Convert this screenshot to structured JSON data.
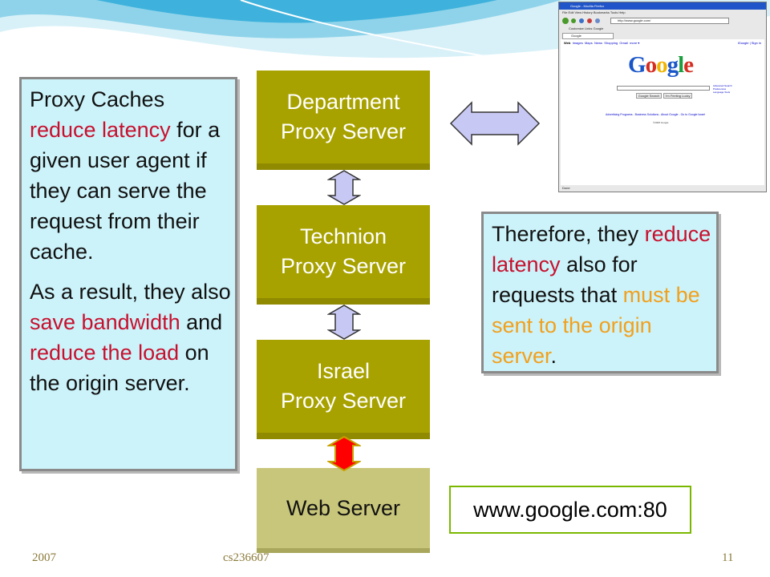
{
  "left_box": {
    "p1_a": "Proxy Caches ",
    "p1_red": "reduce latency",
    "p1_b": " for a given user agent if they can serve the request from their cache.",
    "p2_a": "As a result, they also ",
    "p2_red1": "save bandwidth",
    "p2_b": " and ",
    "p2_red2": "reduce the load",
    "p2_c": " on the origin server."
  },
  "servers": {
    "department": [
      "Department",
      "Proxy Server"
    ],
    "technion": [
      "Technion",
      "Proxy Server"
    ],
    "israel": [
      "Israel",
      "Proxy Server"
    ],
    "web": "Web Server"
  },
  "right_box": {
    "a": "Therefore, they ",
    "red": "reduce latency",
    "b": " also for requests that ",
    "orange": "must be sent to the origin server",
    "c": "."
  },
  "url_label": "www.google.com:80",
  "browser": {
    "title": "Google - Mozilla Firefox",
    "menu": "File  Edit  View  History  Bookmarks  Tools  Help",
    "url": "http://www.google.com/",
    "bookmarks": "Customize Links   Google",
    "tab": "Google",
    "links": [
      "Web",
      "Images",
      "Maps",
      "News",
      "Shopping",
      "Gmail",
      "more ▾"
    ],
    "right_link": "iGoogle | Sign in",
    "logo": [
      "G",
      "o",
      "o",
      "g",
      "l",
      "e"
    ],
    "side_links": [
      "Advanced Search",
      "Preferences",
      "Language Tools"
    ],
    "btn1": "Google Search",
    "btn2": "I'm Feeling Lucky",
    "footer_links": "Advertising Programs - Business Solutions - About Google - Go to Google Israel",
    "copyright": "©2008 Google",
    "status": "Done"
  },
  "footer": {
    "year": "2007",
    "course": "cs236607",
    "page": "11"
  },
  "colors": {
    "server": "#a8a200",
    "web_server": "#c8c67a",
    "text_box": "#ccf3fa",
    "highlight_red": "#c8102e",
    "highlight_orange": "#f2a01c",
    "arrow_fill": "#c8c8f4",
    "arrow_red": "#ff0000"
  }
}
